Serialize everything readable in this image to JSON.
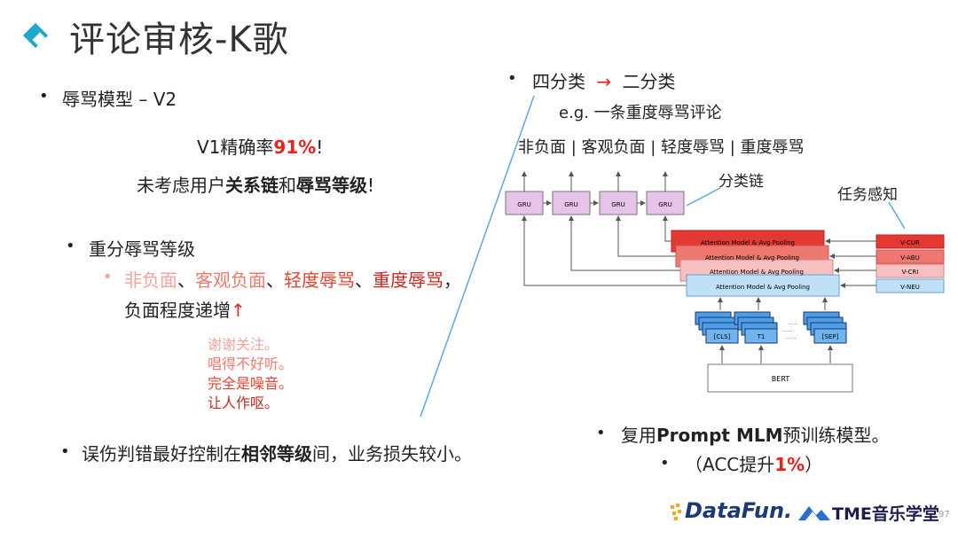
{
  "header": {
    "title": "评论审核-K歌"
  },
  "left": {
    "b1": "辱骂模型 – V2",
    "line1_pre": "V1精确率",
    "line1_num": "91%",
    "line1_post": "!",
    "line2_pre": "未考虑用户",
    "line2_b1": "关系链",
    "line2_mid": "和",
    "line2_b2": "辱骂等级",
    "line2_post": "!",
    "b2": "重分辱骂等级",
    "lv1": "非负面",
    "sep": "、",
    "lv2": "客观负面",
    "lv3": "轻度辱骂",
    "lv4": "重度辱骂",
    "lv_end": "，",
    "lv_line2": "负面程度递增",
    "arrow_up": "↑",
    "ex1": "谢谢关注。",
    "ex2": "唱得不好听。",
    "ex3": "完全是噪音。",
    "ex4": "让人作呕。",
    "b3_pre": "误伤判错最好控制在",
    "b3_bold": "相邻等级",
    "b3_post": "间，业务损失较小。"
  },
  "right": {
    "top_a": "四分类",
    "top_arrow": "→",
    "top_b": "二分类",
    "eg": "e.g. 一条重度辱骂评论",
    "classes": "非负面 | 客观负面 | 轻度辱骂 | 重度辱骂",
    "chain_label": "分类链",
    "task_label": "任务感知",
    "reuse_pre": "复用",
    "reuse_bold": "Prompt MLM",
    "reuse_post": "预训练模型。",
    "acc_pre": "（ACC提升",
    "acc_num": "1%",
    "acc_post": "）"
  },
  "diagram": {
    "gru": [
      "GRU",
      "GRU",
      "GRU",
      "GRU"
    ],
    "attn": [
      "Attention Model & Avg Pooling",
      "Attention Model & Avg Pooling",
      "Attention Model & Avg Pooling",
      "Attention Model & Avg Pooling"
    ],
    "tasks": [
      "V-CUR",
      "V-ABU",
      "V-CRI",
      "V-NEU"
    ],
    "tokens": [
      "[CLS]",
      "T1",
      "[SEP]"
    ],
    "dots": "......",
    "bert": "BERT"
  },
  "footer": {
    "datafun": "DataFun.",
    "tme": "TME音乐学堂",
    "page": "97"
  },
  "colors": {
    "accent": "#1fa8c9",
    "red": "#e8231b",
    "gru_fill": "#e6c3e8",
    "attn_top": "#e23a33",
    "attn_bottom": "#bfe0f7"
  }
}
